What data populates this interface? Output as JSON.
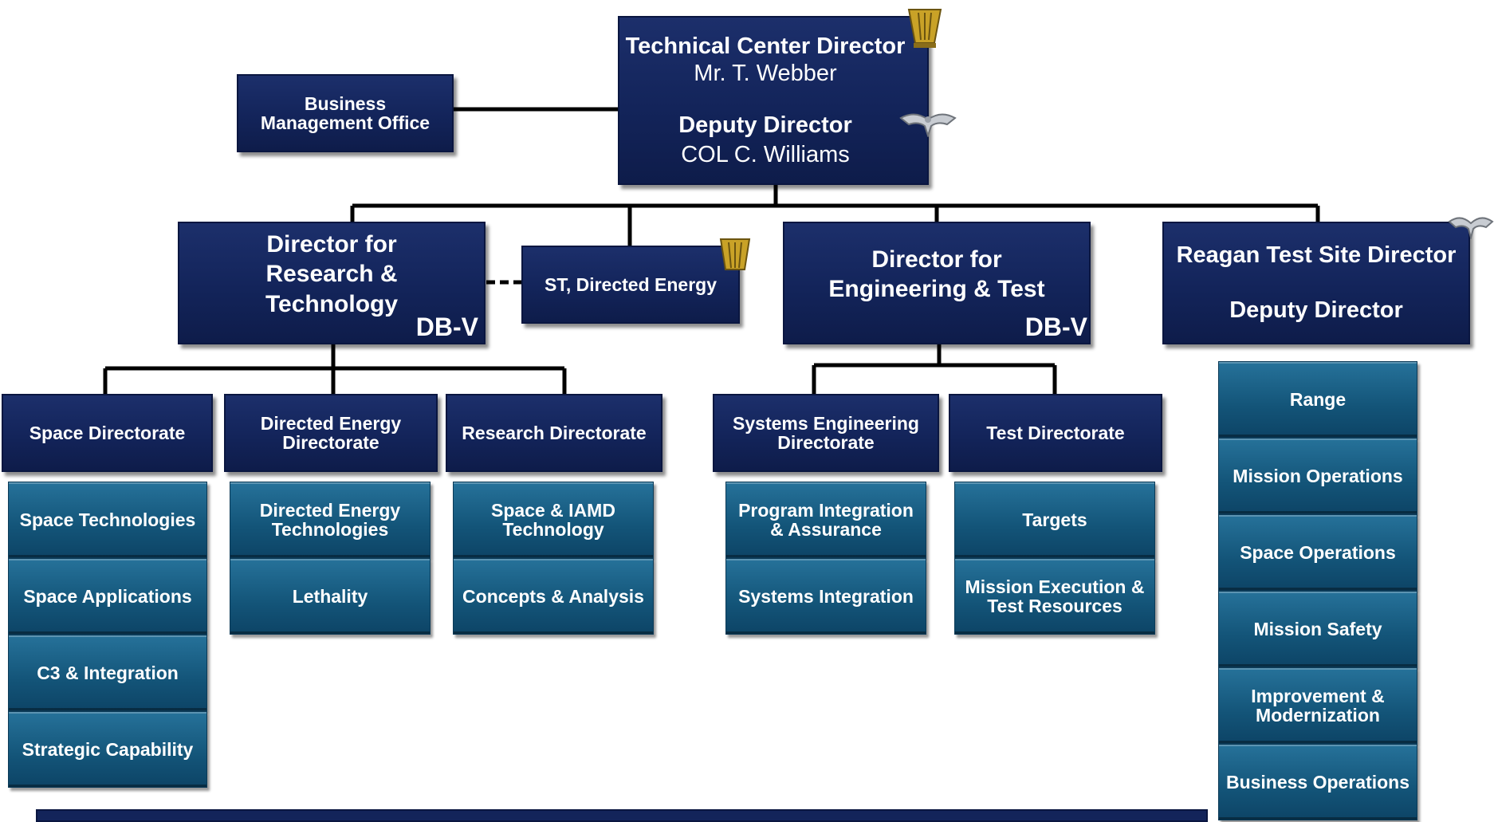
{
  "top": {
    "title": "Technical Center Director",
    "name": "Mr. T. Webber",
    "deputy_title": "Deputy Director",
    "deputy_name": "COL C. Williams"
  },
  "bmo": "Business Management Office",
  "rt": {
    "title": "Director for Research & Technology",
    "grade": "DB-V"
  },
  "st": "ST, Directed Energy",
  "et": {
    "title": "Director for Engineering & Test",
    "grade": "DB-V"
  },
  "rts": {
    "title": "Reagan Test Site Director",
    "deputy": "Deputy Director"
  },
  "directorates": {
    "space": {
      "title": "Space Directorate",
      "items": [
        "Space Technologies",
        "Space Applications",
        "C3 & Integration",
        "Strategic Capability"
      ]
    },
    "de": {
      "title": "Directed Energy Directorate",
      "items": [
        "Directed Energy Technologies",
        "Lethality"
      ]
    },
    "research": {
      "title": "Research Directorate",
      "items": [
        "Space & IAMD Technology",
        "Concepts & Analysis"
      ]
    },
    "se": {
      "title": "Systems Engineering Directorate",
      "items": [
        "Program Integration & Assurance",
        "Systems Integration"
      ]
    },
    "test": {
      "title": "Test Directorate",
      "items": [
        "Targets",
        "Mission Execution & Test Resources"
      ]
    }
  },
  "rts_items": [
    "Range",
    "Mission Operations",
    "Space Operations",
    "Mission Safety",
    "Improvement & Modernization",
    "Business Operations"
  ],
  "colors": {
    "navy": "#13245a",
    "teal": "#135478",
    "line": "#000000",
    "insignia_gold": "#c9a227",
    "insignia_silver": "#c8ccd2"
  },
  "icons": {
    "ses": "ses-insignia-icon",
    "st": "st-insignia-icon",
    "colonel": "colonel-eagle-icon"
  }
}
